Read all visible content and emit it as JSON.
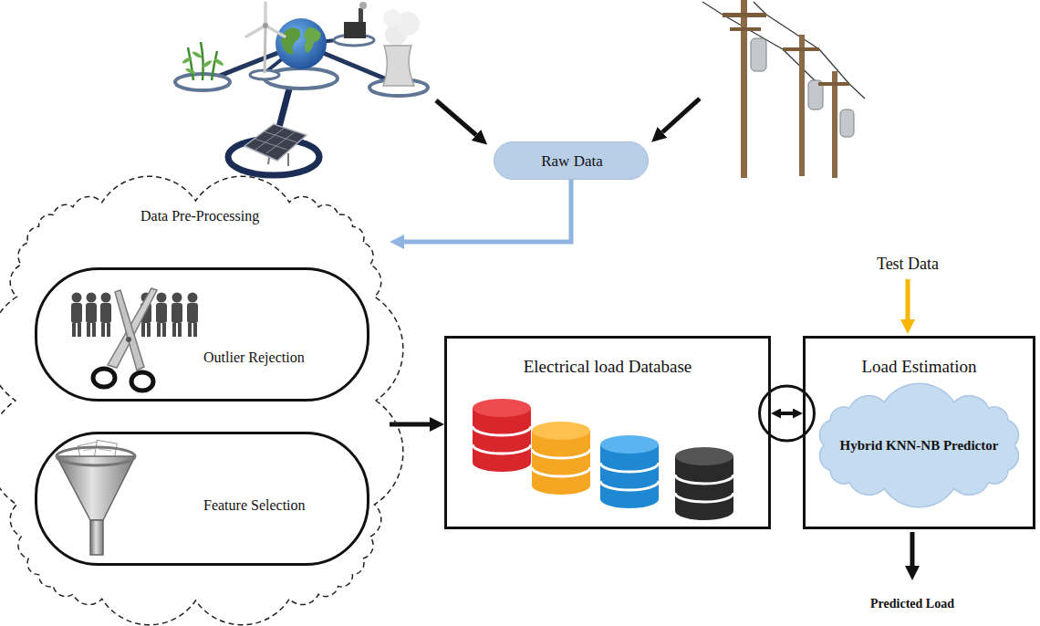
{
  "diagram": {
    "nodes": [
      {
        "text": [
          "Raw Data"
        ]
      },
      {
        "text": [
          "Data Pre-Processing"
        ]
      },
      {
        "text": [
          "Outlier Rejection"
        ],
        "in": 1
      },
      {
        "text": [
          "Feature Selection"
        ],
        "in": 1
      },
      {
        "text": [
          "Electrical load Database"
        ]
      },
      {
        "text": [
          "Load Estimation"
        ]
      },
      {
        "text": [
          "Hybrid KNN-NB Predictor"
        ],
        "in": 5
      }
    ],
    "edges": [
      {
        "from": 0,
        "to": 1,
        "arrow": "to"
      },
      {
        "from": 1,
        "to": 4,
        "arrow": "to"
      },
      {
        "from": 4,
        "to": 5,
        "arrow": "both"
      }
    ],
    "labels": [
      "Test Data",
      "Predicted Load"
    ]
  }
}
